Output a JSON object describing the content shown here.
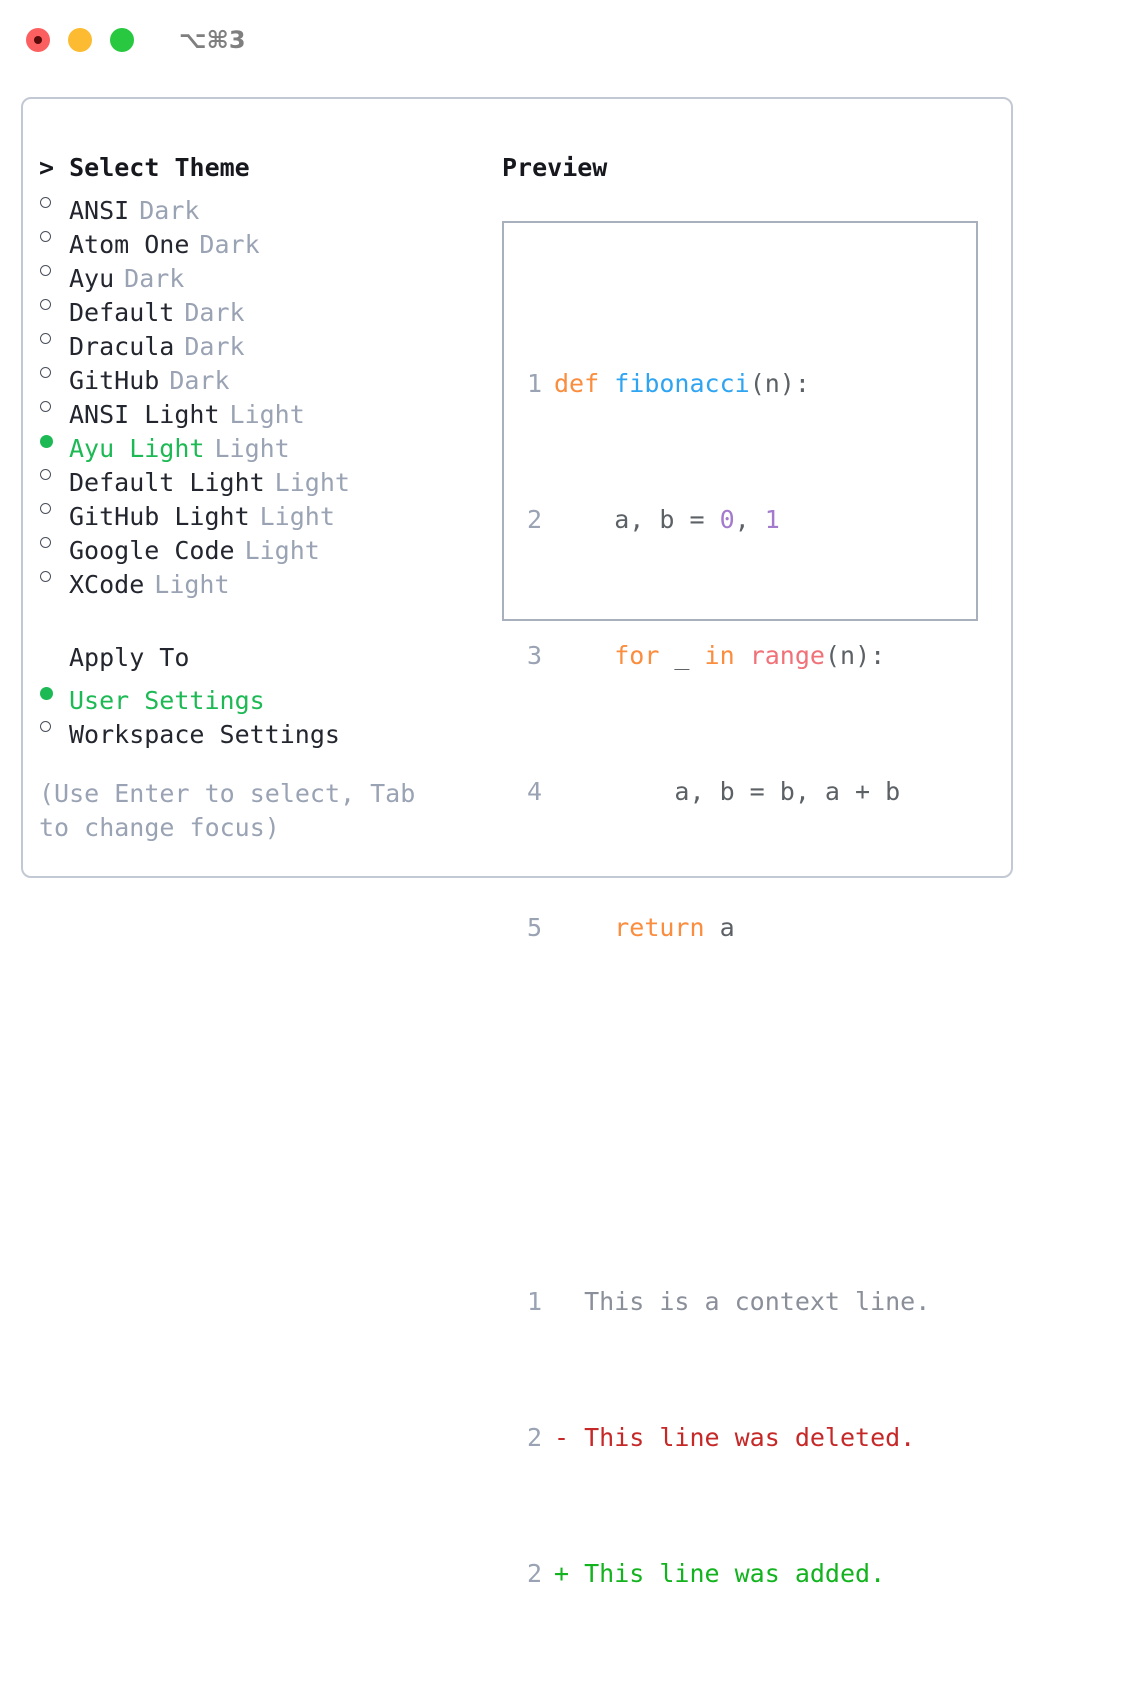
{
  "window": {
    "title": "⌥⌘3",
    "traffic_lights": [
      {
        "name": "close-button",
        "color": "#fc5f5f"
      },
      {
        "name": "minimize-button",
        "color": "#fcbb30"
      },
      {
        "name": "maximize-button",
        "color": "#28c840"
      }
    ]
  },
  "colors": {
    "accent_green": "#1db954",
    "muted": "#9aa3b4",
    "text": "#23262e",
    "card_border": "#c3c9d4",
    "preview_border": "#a8afbd",
    "kw_orange": "#fa8d3e",
    "fn_blue": "#2fa5f2",
    "num_purple": "#a37acc",
    "call_pink": "#f07178",
    "diff_add": "#12b31e",
    "diff_del": "#c62828"
  },
  "theme_list": {
    "heading": "> Select Theme",
    "items": [
      {
        "marker": "ring",
        "name": "ANSI",
        "tag": "Dark",
        "selected": false
      },
      {
        "marker": "ring",
        "name": "Atom One",
        "tag": "Dark",
        "selected": false
      },
      {
        "marker": "ring",
        "name": "Ayu",
        "tag": "Dark",
        "selected": false
      },
      {
        "marker": "ring",
        "name": "Default",
        "tag": "Dark",
        "selected": false
      },
      {
        "marker": "ring",
        "name": "Dracula",
        "tag": "Dark",
        "selected": false
      },
      {
        "marker": "ring",
        "name": "GitHub",
        "tag": "Dark",
        "selected": false
      },
      {
        "marker": "ring",
        "name": "ANSI Light",
        "tag": "Light",
        "selected": false
      },
      {
        "marker": "filled",
        "name": "Ayu Light",
        "tag": "Light",
        "selected": true
      },
      {
        "marker": "ring",
        "name": "Default Light",
        "tag": "Light",
        "selected": false
      },
      {
        "marker": "ring",
        "name": "GitHub Light",
        "tag": "Light",
        "selected": false
      },
      {
        "marker": "ring",
        "name": "Google Code",
        "tag": "Light",
        "selected": false
      },
      {
        "marker": "ring",
        "name": "XCode",
        "tag": "Light",
        "selected": false
      }
    ]
  },
  "apply_to": {
    "label": "Apply To",
    "options": [
      {
        "marker": "filled",
        "name": "User Settings",
        "selected": true
      },
      {
        "marker": "ring",
        "name": "Workspace Settings",
        "selected": false
      }
    ]
  },
  "hint": "(Use Enter to select, Tab to change focus)",
  "preview": {
    "title": "Preview",
    "code_lines": [
      {
        "number": "1",
        "tokens": [
          {
            "t": "def ",
            "c": "kw"
          },
          {
            "t": "fibonacci",
            "c": "fn"
          },
          {
            "t": "(n):",
            "c": "punc"
          }
        ]
      },
      {
        "number": "2",
        "tokens": [
          {
            "t": "    a, b = ",
            "c": "plain"
          },
          {
            "t": "0",
            "c": "num"
          },
          {
            "t": ", ",
            "c": "plain"
          },
          {
            "t": "1",
            "c": "num"
          }
        ]
      },
      {
        "number": "3",
        "tokens": [
          {
            "t": "    ",
            "c": "plain"
          },
          {
            "t": "for",
            "c": "kw"
          },
          {
            "t": " _ ",
            "c": "plain"
          },
          {
            "t": "in",
            "c": "kw"
          },
          {
            "t": " ",
            "c": "plain"
          },
          {
            "t": "range",
            "c": "call"
          },
          {
            "t": "(n):",
            "c": "punc"
          }
        ]
      },
      {
        "number": "4",
        "tokens": [
          {
            "t": "        a, b = b, a + b",
            "c": "plain"
          }
        ]
      },
      {
        "number": "5",
        "tokens": [
          {
            "t": "    ",
            "c": "plain"
          },
          {
            "t": "return",
            "c": "kw"
          },
          {
            "t": " a",
            "c": "plain"
          }
        ]
      }
    ],
    "diff_lines": [
      {
        "number": "1",
        "prefix": "  ",
        "text": "This is a context line.",
        "kind": "diff-ctx"
      },
      {
        "number": "2",
        "prefix": "- ",
        "text": "This line was deleted.",
        "kind": "diff-del"
      },
      {
        "number": "2",
        "prefix": "+ ",
        "text": "This line was added.",
        "kind": "diff-add"
      }
    ]
  }
}
